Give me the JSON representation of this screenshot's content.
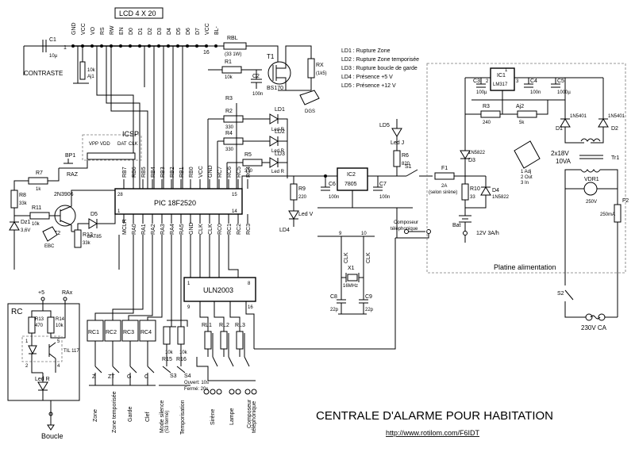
{
  "title": "CENTRALE D'ALARME POUR HABITATION",
  "url": "http://www.rotilom.com/F6IDT",
  "lcd": {
    "label": "LCD 4 X 20",
    "pins": [
      "GND",
      "VCC",
      "VO",
      "RS",
      "RW",
      "EN",
      "D0",
      "D1",
      "D2",
      "D3",
      "D4",
      "D5",
      "D6",
      "D7",
      "VCC",
      "BL-"
    ],
    "pin1": "1",
    "pin16": "16"
  },
  "mcu": {
    "label": "PIC 18F2520",
    "top_pins": [
      "RB7",
      "RB6",
      "RB5",
      "RB4",
      "RB3",
      "RB2",
      "RB1",
      "RB0",
      "VCC",
      "GND",
      "RC7",
      "RC6",
      "RC5",
      "RC4"
    ],
    "bottom_pins": [
      "MCLR",
      "RA0",
      "RA1",
      "RA2",
      "RA3",
      "RA4",
      "RA5",
      "GND",
      "CLK",
      "CLK",
      "RC0",
      "RC1",
      "RC2",
      "RC3"
    ],
    "pin28": "28",
    "pin15": "15",
    "pin1": "1",
    "pin14": "14"
  },
  "uln": {
    "label": "ULN2003",
    "pin1": "1",
    "pin8": "8",
    "pin9": "9",
    "pin16": "16"
  },
  "icsp": {
    "label": "ICSP",
    "pins": [
      "VPP",
      "VDD",
      "DAT",
      "CLK"
    ]
  },
  "legend": [
    "LD1 : Rupture Zone",
    "LD2 : Rupture Zone temporisée",
    "LD3 : Rupture boucle de garde",
    "LD4 : Présence +5 V",
    "LD5 : Présence +12 V"
  ],
  "parts": {
    "c1": "C1",
    "c1v": "10µ",
    "contraste": "CONTRASTE",
    "aj1": "Aj1",
    "aj1v": "10k",
    "rbl": "RBL",
    "rblv": "(33 1W)",
    "r1": "R1",
    "r1v": "10k",
    "c2": "C2",
    "c2v": "100n",
    "t1": "T1",
    "t1v": "BS170",
    "rx": "RX",
    "rxv": "(1k5)",
    "ld1": "LD1",
    "ld2": "LD2",
    "ld3": "LD3",
    "ledr": "Led R",
    "r2": "R2",
    "r3": "R3",
    "r4": "R4",
    "r5": "R5",
    "r330": "330",
    "bp1": "BP1",
    "raz": "RAZ",
    "r7": "R7",
    "r7v": "1k",
    "r8": "R8",
    "r8v": "33k",
    "r11": "R11",
    "r11v": "10k",
    "t2": "T2",
    "t2v": "2N3906",
    "d5": "D5",
    "d5v": "BAT85",
    "r12": "R12",
    "r12v": "33k",
    "dz1": "Dz1",
    "dz1v": "3,6V",
    "ic2": "IC2",
    "ic2v": "7805",
    "c6": "C6",
    "c7": "C7",
    "c100n": "100n",
    "r9": "R9",
    "r9v": "220",
    "ld4": "LD4",
    "ledv": "Led V",
    "ld5": "LD5",
    "ledj": "Led J",
    "r6": "R6",
    "r6v": "820",
    "s1": "S1",
    "f1": "F1",
    "f1v": "2A",
    "f1n": "(selon sirène)",
    "r10": "R10",
    "r10v": "33",
    "d4": "D4",
    "d4v": "1N5822",
    "bat": "Bat",
    "batv": "12V 3A/h",
    "d3": "D3",
    "d3v": "1N5822",
    "ic1": "IC1",
    "ic1v": "LM317",
    "c3": "C3",
    "c3v": "100µ",
    "c4": "C4",
    "c4v": "100n",
    "c5": "C5",
    "c5v": "1000µ",
    "r3b": "R3",
    "r3bv": "240",
    "aj2": "Aj2",
    "aj2v": "5k",
    "d1": "D1",
    "d2": "D2",
    "d1v": "1N5401",
    "d2v": "1N5401",
    "tr1": "Tr1",
    "tr1v": "2x18V",
    "tr1a": "10VA",
    "vdr1": "VDR1",
    "vdr1v": "250V",
    "f2": "F2",
    "f2v": "250mA",
    "s2": "S2",
    "mains": "230V CA",
    "platine": "Platine alimentation",
    "comp": "Composeur",
    "tel": "téléphonique",
    "x1": "X1",
    "x1v": "16MHz",
    "c8": "C8",
    "c9": "C9",
    "c22p": "22p",
    "clk": "CLK",
    "n9": "9",
    "n10": "10",
    "rc1": "RC1",
    "rc2": "RC2",
    "rc3": "RC3",
    "rc4": "RC4",
    "r15": "R15",
    "r16": "R16",
    "r10k": "10k",
    "s3": "S3",
    "s4": "S4",
    "s4o": "Ouvert: 10s",
    "s4f": "Fermé: 20s",
    "rl1": "RL1",
    "rl2": "RL2",
    "rl3": "RL3",
    "rc": "RC",
    "plus5": "+5",
    "rax": "RAx",
    "r13": "R13",
    "r13v": "470",
    "r14": "R14",
    "r14v": "10k",
    "til": "TIL 117",
    "ledr2": "Led R",
    "boucle": "Boucle",
    "n1": "1",
    "n2": "2",
    "n4": "4",
    "n5": "5",
    "z": "Z",
    "zt": "ZT",
    "g": "G",
    "c": "C",
    "sgd": "DGS",
    "ebc": "EBC",
    "adj": "1 Adj",
    "out": "2 Out",
    "in": "3 In",
    "ic1p1": "1",
    "ic1p2": "2",
    "ic1p3": "3"
  },
  "bottom_labels": [
    "Zone",
    "Zone temporisée",
    "Garde",
    "Clef",
    "Mode silence",
    "(S3 fermé)",
    "Temporisation",
    "Sirène",
    "Lampe",
    "Composeur",
    "téléphonique"
  ]
}
